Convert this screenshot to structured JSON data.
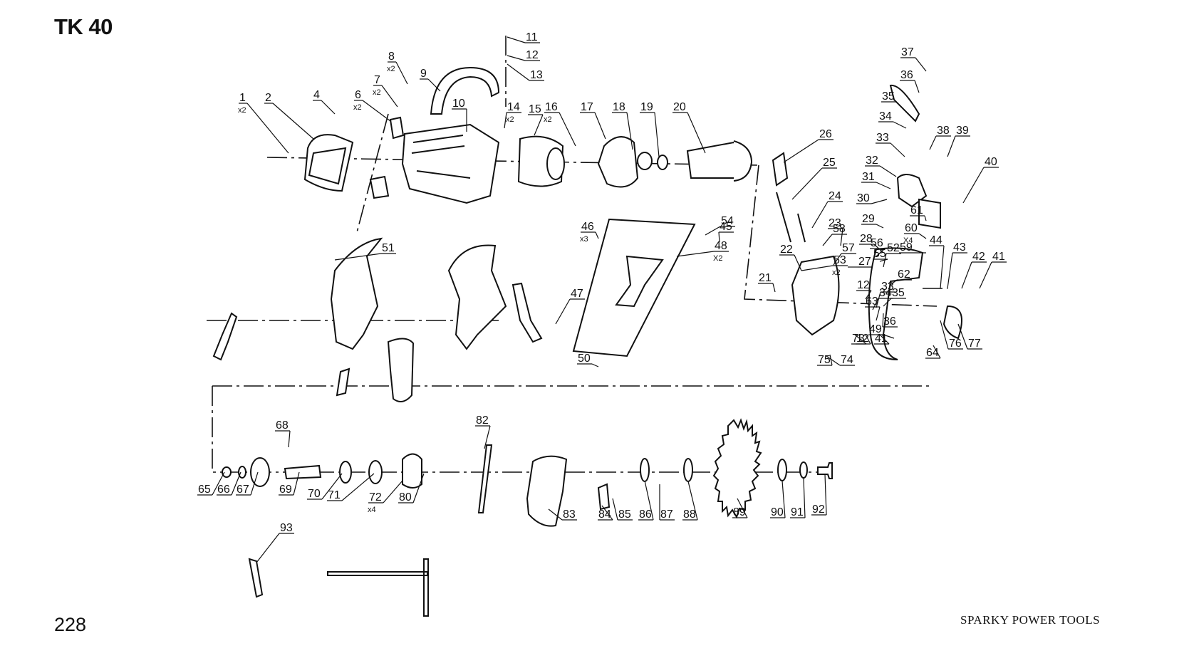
{
  "page": {
    "title": "TK 40",
    "page_number": "228",
    "brand": "SPARKY POWER TOOLS"
  },
  "callouts": [
    {
      "n": "1",
      "m": "x2"
    },
    {
      "n": "2",
      "m": ""
    },
    {
      "n": "4",
      "m": ""
    },
    {
      "n": "6",
      "m": "x2"
    },
    {
      "n": "7",
      "m": "x2"
    },
    {
      "n": "8",
      "m": "x2"
    },
    {
      "n": "9",
      "m": ""
    },
    {
      "n": "10",
      "m": ""
    },
    {
      "n": "11",
      "m": ""
    },
    {
      "n": "12",
      "m": ""
    },
    {
      "n": "13",
      "m": ""
    },
    {
      "n": "14",
      "m": "x2"
    },
    {
      "n": "15",
      "m": ""
    },
    {
      "n": "16",
      "m": "x2"
    },
    {
      "n": "17",
      "m": ""
    },
    {
      "n": "18",
      "m": ""
    },
    {
      "n": "19",
      "m": ""
    },
    {
      "n": "20",
      "m": ""
    },
    {
      "n": "21",
      "m": ""
    },
    {
      "n": "22",
      "m": ""
    },
    {
      "n": "23",
      "m": ""
    },
    {
      "n": "24",
      "m": ""
    },
    {
      "n": "25",
      "m": ""
    },
    {
      "n": "26",
      "m": ""
    },
    {
      "n": "27",
      "m": ""
    },
    {
      "n": "28",
      "m": ""
    },
    {
      "n": "29",
      "m": ""
    },
    {
      "n": "30",
      "m": ""
    },
    {
      "n": "31",
      "m": ""
    },
    {
      "n": "32",
      "m": ""
    },
    {
      "n": "33",
      "m": ""
    },
    {
      "n": "34",
      "m": ""
    },
    {
      "n": "35",
      "m": ""
    },
    {
      "n": "36",
      "m": ""
    },
    {
      "n": "37",
      "m": ""
    },
    {
      "n": "38",
      "m": ""
    },
    {
      "n": "39",
      "m": ""
    },
    {
      "n": "40",
      "m": ""
    },
    {
      "n": "41",
      "m": ""
    },
    {
      "n": "42",
      "m": ""
    },
    {
      "n": "43",
      "m": ""
    },
    {
      "n": "44",
      "m": ""
    },
    {
      "n": "45",
      "m": ""
    },
    {
      "n": "46",
      "m": "x3"
    },
    {
      "n": "47",
      "m": ""
    },
    {
      "n": "48",
      "m": "X2"
    },
    {
      "n": "49",
      "m": ""
    },
    {
      "n": "50",
      "m": ""
    },
    {
      "n": "51",
      "m": ""
    },
    {
      "n": "52",
      "m": ""
    },
    {
      "n": "53",
      "m": "x2"
    },
    {
      "n": "54",
      "m": ""
    },
    {
      "n": "55",
      "m": ""
    },
    {
      "n": "56",
      "m": ""
    },
    {
      "n": "57",
      "m": ""
    },
    {
      "n": "58",
      "m": ""
    },
    {
      "n": "59",
      "m": ""
    },
    {
      "n": "60",
      "m": "X4"
    },
    {
      "n": "61",
      "m": ""
    },
    {
      "n": "62",
      "m": ""
    },
    {
      "n": "35",
      "m": ""
    },
    {
      "n": "34",
      "m": ""
    },
    {
      "n": "36",
      "m": ""
    },
    {
      "n": "63",
      "m": ""
    },
    {
      "n": "33",
      "m": ""
    },
    {
      "n": "12",
      "m": ""
    },
    {
      "n": "12",
      "m": ""
    },
    {
      "n": "41",
      "m": ""
    },
    {
      "n": "73",
      "m": ""
    },
    {
      "n": "74",
      "m": ""
    },
    {
      "n": "75",
      "m": ""
    },
    {
      "n": "76",
      "m": ""
    },
    {
      "n": "77",
      "m": ""
    },
    {
      "n": "64",
      "m": ""
    },
    {
      "n": "65",
      "m": ""
    },
    {
      "n": "66",
      "m": ""
    },
    {
      "n": "67",
      "m": ""
    },
    {
      "n": "68",
      "m": ""
    },
    {
      "n": "69",
      "m": ""
    },
    {
      "n": "70",
      "m": ""
    },
    {
      "n": "71",
      "m": ""
    },
    {
      "n": "72",
      "m": "x4"
    },
    {
      "n": "80",
      "m": ""
    },
    {
      "n": "82",
      "m": ""
    },
    {
      "n": "83",
      "m": ""
    },
    {
      "n": "84",
      "m": ""
    },
    {
      "n": "85",
      "m": ""
    },
    {
      "n": "86",
      "m": ""
    },
    {
      "n": "87",
      "m": ""
    },
    {
      "n": "88",
      "m": ""
    },
    {
      "n": "89",
      "m": ""
    },
    {
      "n": "90",
      "m": ""
    },
    {
      "n": "91",
      "m": ""
    },
    {
      "n": "92",
      "m": ""
    },
    {
      "n": "93",
      "m": ""
    }
  ]
}
